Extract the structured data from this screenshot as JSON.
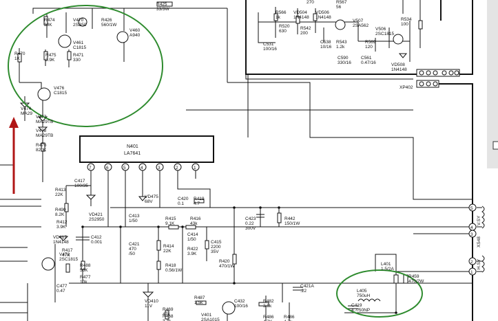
{
  "colors": {
    "highlight": "#2e8b2e",
    "arrow": "#b01515",
    "ink": "#111111",
    "side_panel": "#e4e4e4"
  },
  "ic": {
    "name": "N401",
    "part": "LA7641",
    "pins": [
      "7",
      "6",
      "5",
      "4",
      "3",
      "2",
      "1"
    ]
  },
  "connectors": {
    "upper": "XP402",
    "right_pins": [
      "5",
      "4",
      "3",
      "2",
      "1"
    ],
    "coil_labels": [
      "V.SY",
      "XS48",
      "H.SY"
    ]
  },
  "labels": [
    "R474\n30K",
    "V470\n2SB50",
    "R426\n560/1W",
    "V460\nA940",
    "R425\n33/3W",
    "R470\n1K",
    "V461\nC1815",
    "R475\n3.9K",
    "R471\n330",
    "V476\nC1815",
    "V474\nMA29",
    "V477\nMA29TB",
    "V478\nMA29TB",
    "R476\n820K",
    "C417\n100/35",
    "R413\n22K",
    "R490\n8.2K",
    "R412\n3.9K",
    "VD475\n68V",
    "C420\n0.1",
    "R419\n4.7",
    "VD421\n2S2950",
    "C413\n1/50",
    "R415\n9.1K",
    "R416\n43k",
    "C423\n0.22\n300V",
    "R442\n150/1W",
    "VD417\n1N4148",
    "C412\n0.001",
    "C421\n470\n/50",
    "R414\n22K",
    "C414\n1/50",
    "R422\n3.9K",
    "C415\n2200\n35V",
    "V473\n2SC1815",
    "R417\n47K",
    "R488\n56K",
    "R477\n10k",
    "C477\n0.47",
    "R418\n0.56/1W",
    "R420\n470/1W",
    "C421A\n.22",
    "VD410\n11V",
    "R487\n1.5k",
    "C432\n100/16",
    "R482\n3.9k",
    "R486\n4.7K",
    "V401\n2SA1015",
    "R469\n47k",
    "R468\n3.3k",
    "R486\n4.7k",
    "L401\n1.5/2A",
    "R459\n470/2W",
    "L405\n750uH",
    "C419\n4.7/50NP",
    "R566\n1k",
    "R520\n630",
    "VD504\n1N4148",
    "VD506\n1N4148",
    "V507\n2SA562",
    "R534\n100",
    "V506\n2SC1815",
    "R542\n200",
    "C531\n100/16",
    "R543\n1.2k",
    "C538\n10/16",
    "R569\n120",
    "C590\n330/16",
    "C561\n0.47/16",
    "VD508\n1N4148",
    "R567\n56",
    "270"
  ]
}
